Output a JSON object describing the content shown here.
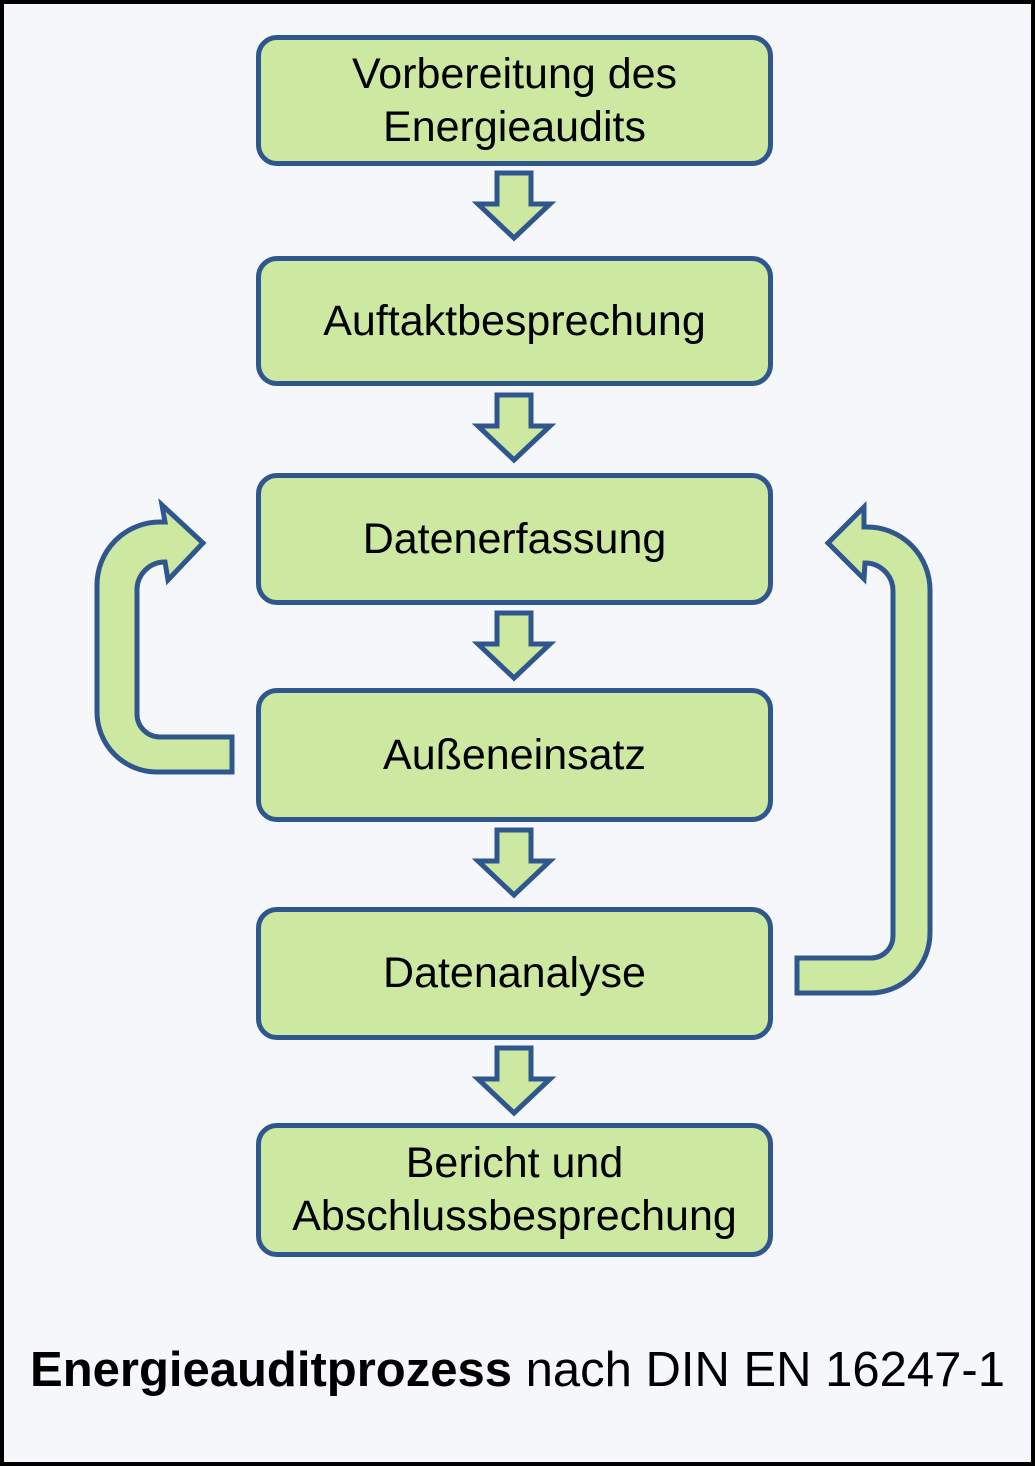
{
  "flow": {
    "boxes": [
      {
        "id": "vorbereitung",
        "lines": [
          "Vorbereitung des",
          "Energieaudits"
        ]
      },
      {
        "id": "auftaktbesprechung",
        "lines": [
          "Auftaktbesprechung"
        ]
      },
      {
        "id": "datenerfassung",
        "lines": [
          "Datenerfassung"
        ]
      },
      {
        "id": "ausseneinsatz",
        "lines": [
          "Außeneinsatz"
        ]
      },
      {
        "id": "datenanalyse",
        "lines": [
          "Datenanalyse"
        ]
      },
      {
        "id": "bericht",
        "lines": [
          "Bericht und",
          "Abschlussbesprechung"
        ]
      }
    ],
    "arrows": [
      {
        "name": "down-arrow-1",
        "type": "block-down-arrow",
        "from": "Vorbereitung des Energieaudits",
        "to": "Auftaktbesprechung"
      },
      {
        "name": "down-arrow-2",
        "type": "block-down-arrow",
        "from": "Auftaktbesprechung",
        "to": "Datenerfassung"
      },
      {
        "name": "down-arrow-3",
        "type": "block-down-arrow",
        "from": "Datenerfassung",
        "to": "Außeneinsatz"
      },
      {
        "name": "down-arrow-4",
        "type": "block-down-arrow",
        "from": "Außeneinsatz",
        "to": "Datenanalyse"
      },
      {
        "name": "down-arrow-5",
        "type": "block-down-arrow",
        "from": "Datenanalyse",
        "to": "Bericht und Abschlussbesprechung"
      },
      {
        "name": "loop-arrow-left",
        "type": "bent-loop-arrow",
        "from": "Außeneinsatz",
        "to": "Datenerfassung"
      },
      {
        "name": "loop-arrow-right",
        "type": "bent-loop-arrow",
        "from": "Datenanalyse",
        "to": "Datenerfassung"
      }
    ],
    "caption": {
      "bold_text": "Energieauditprozess",
      "regular_text": " nach DIN EN 16247-1"
    },
    "colors": {
      "shape_fill": "#cce8a1",
      "shape_border": "#2f578e",
      "background": "#f5f7fa",
      "text": "#000000",
      "frame": "#000000"
    }
  }
}
